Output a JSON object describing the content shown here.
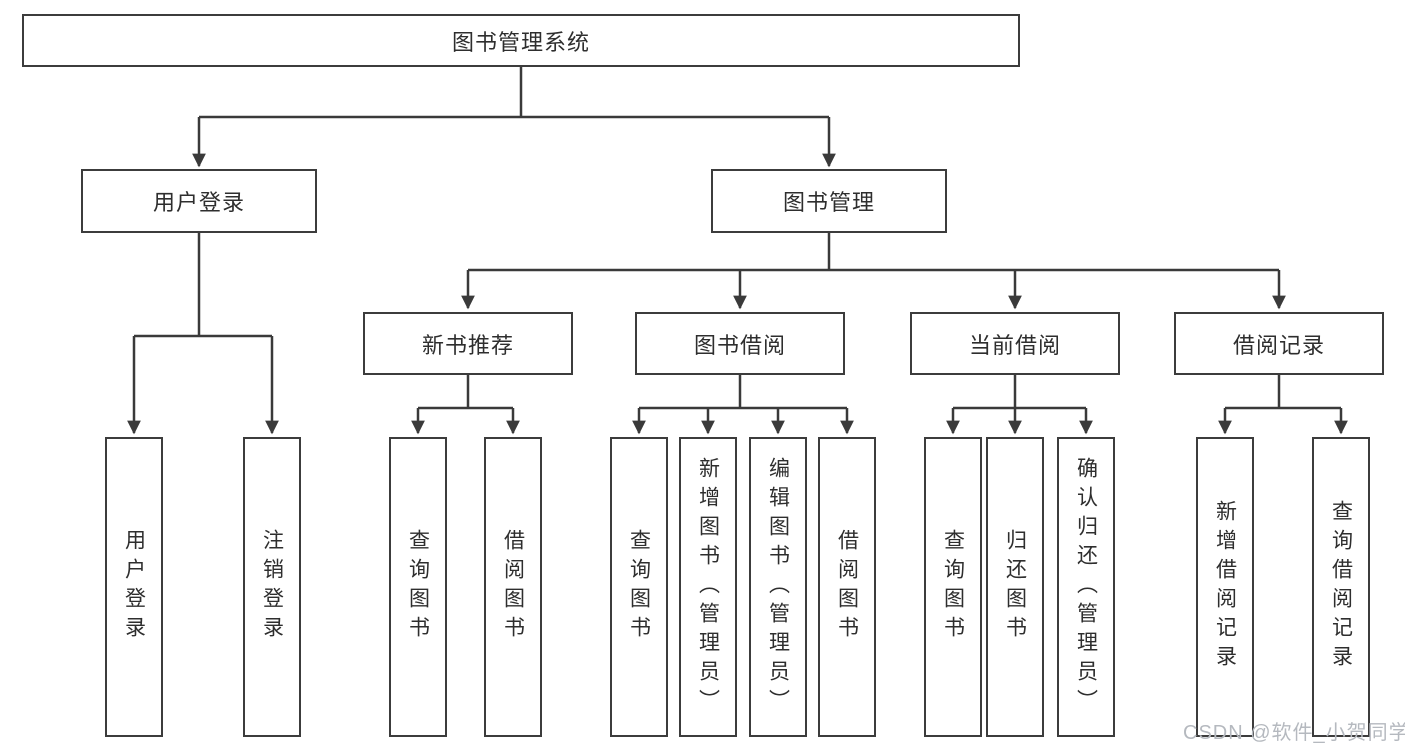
{
  "diagram": {
    "root": {
      "label": "图书管理系统"
    },
    "level2": {
      "user_login": {
        "label": "用户登录"
      },
      "book_management": {
        "label": "图书管理"
      }
    },
    "level3": {
      "new_book_recommend": {
        "label": "新书推荐"
      },
      "book_borrowing": {
        "label": "图书借阅"
      },
      "current_borrowing": {
        "label": "当前借阅"
      },
      "borrowing_records": {
        "label": "借阅记录"
      }
    },
    "leaves": {
      "user_login_children": [
        {
          "label": "用户登录"
        },
        {
          "label": "注销登录"
        }
      ],
      "new_book_recommend_children": [
        {
          "label": "查询图书"
        },
        {
          "label": "借阅图书"
        }
      ],
      "book_borrowing_children": [
        {
          "label": "查询图书"
        },
        {
          "label": "新增图书（管理员）"
        },
        {
          "label": "编辑图书（管理员）"
        },
        {
          "label": "借阅图书"
        }
      ],
      "current_borrowing_children": [
        {
          "label": "查询图书"
        },
        {
          "label": "归还图书"
        },
        {
          "label": "确认归还（管理员）"
        }
      ],
      "borrowing_records_children": [
        {
          "label": "新增借阅记录"
        },
        {
          "label": "查询借阅记录"
        }
      ]
    }
  },
  "watermark": {
    "text": "CSDN @软件_小贺同学"
  },
  "colors": {
    "line": "#3a3a3a",
    "border": "#3c3c3c",
    "text": "#2e2e2e",
    "background": "#ffffff",
    "watermark": "#b5b9bf"
  }
}
